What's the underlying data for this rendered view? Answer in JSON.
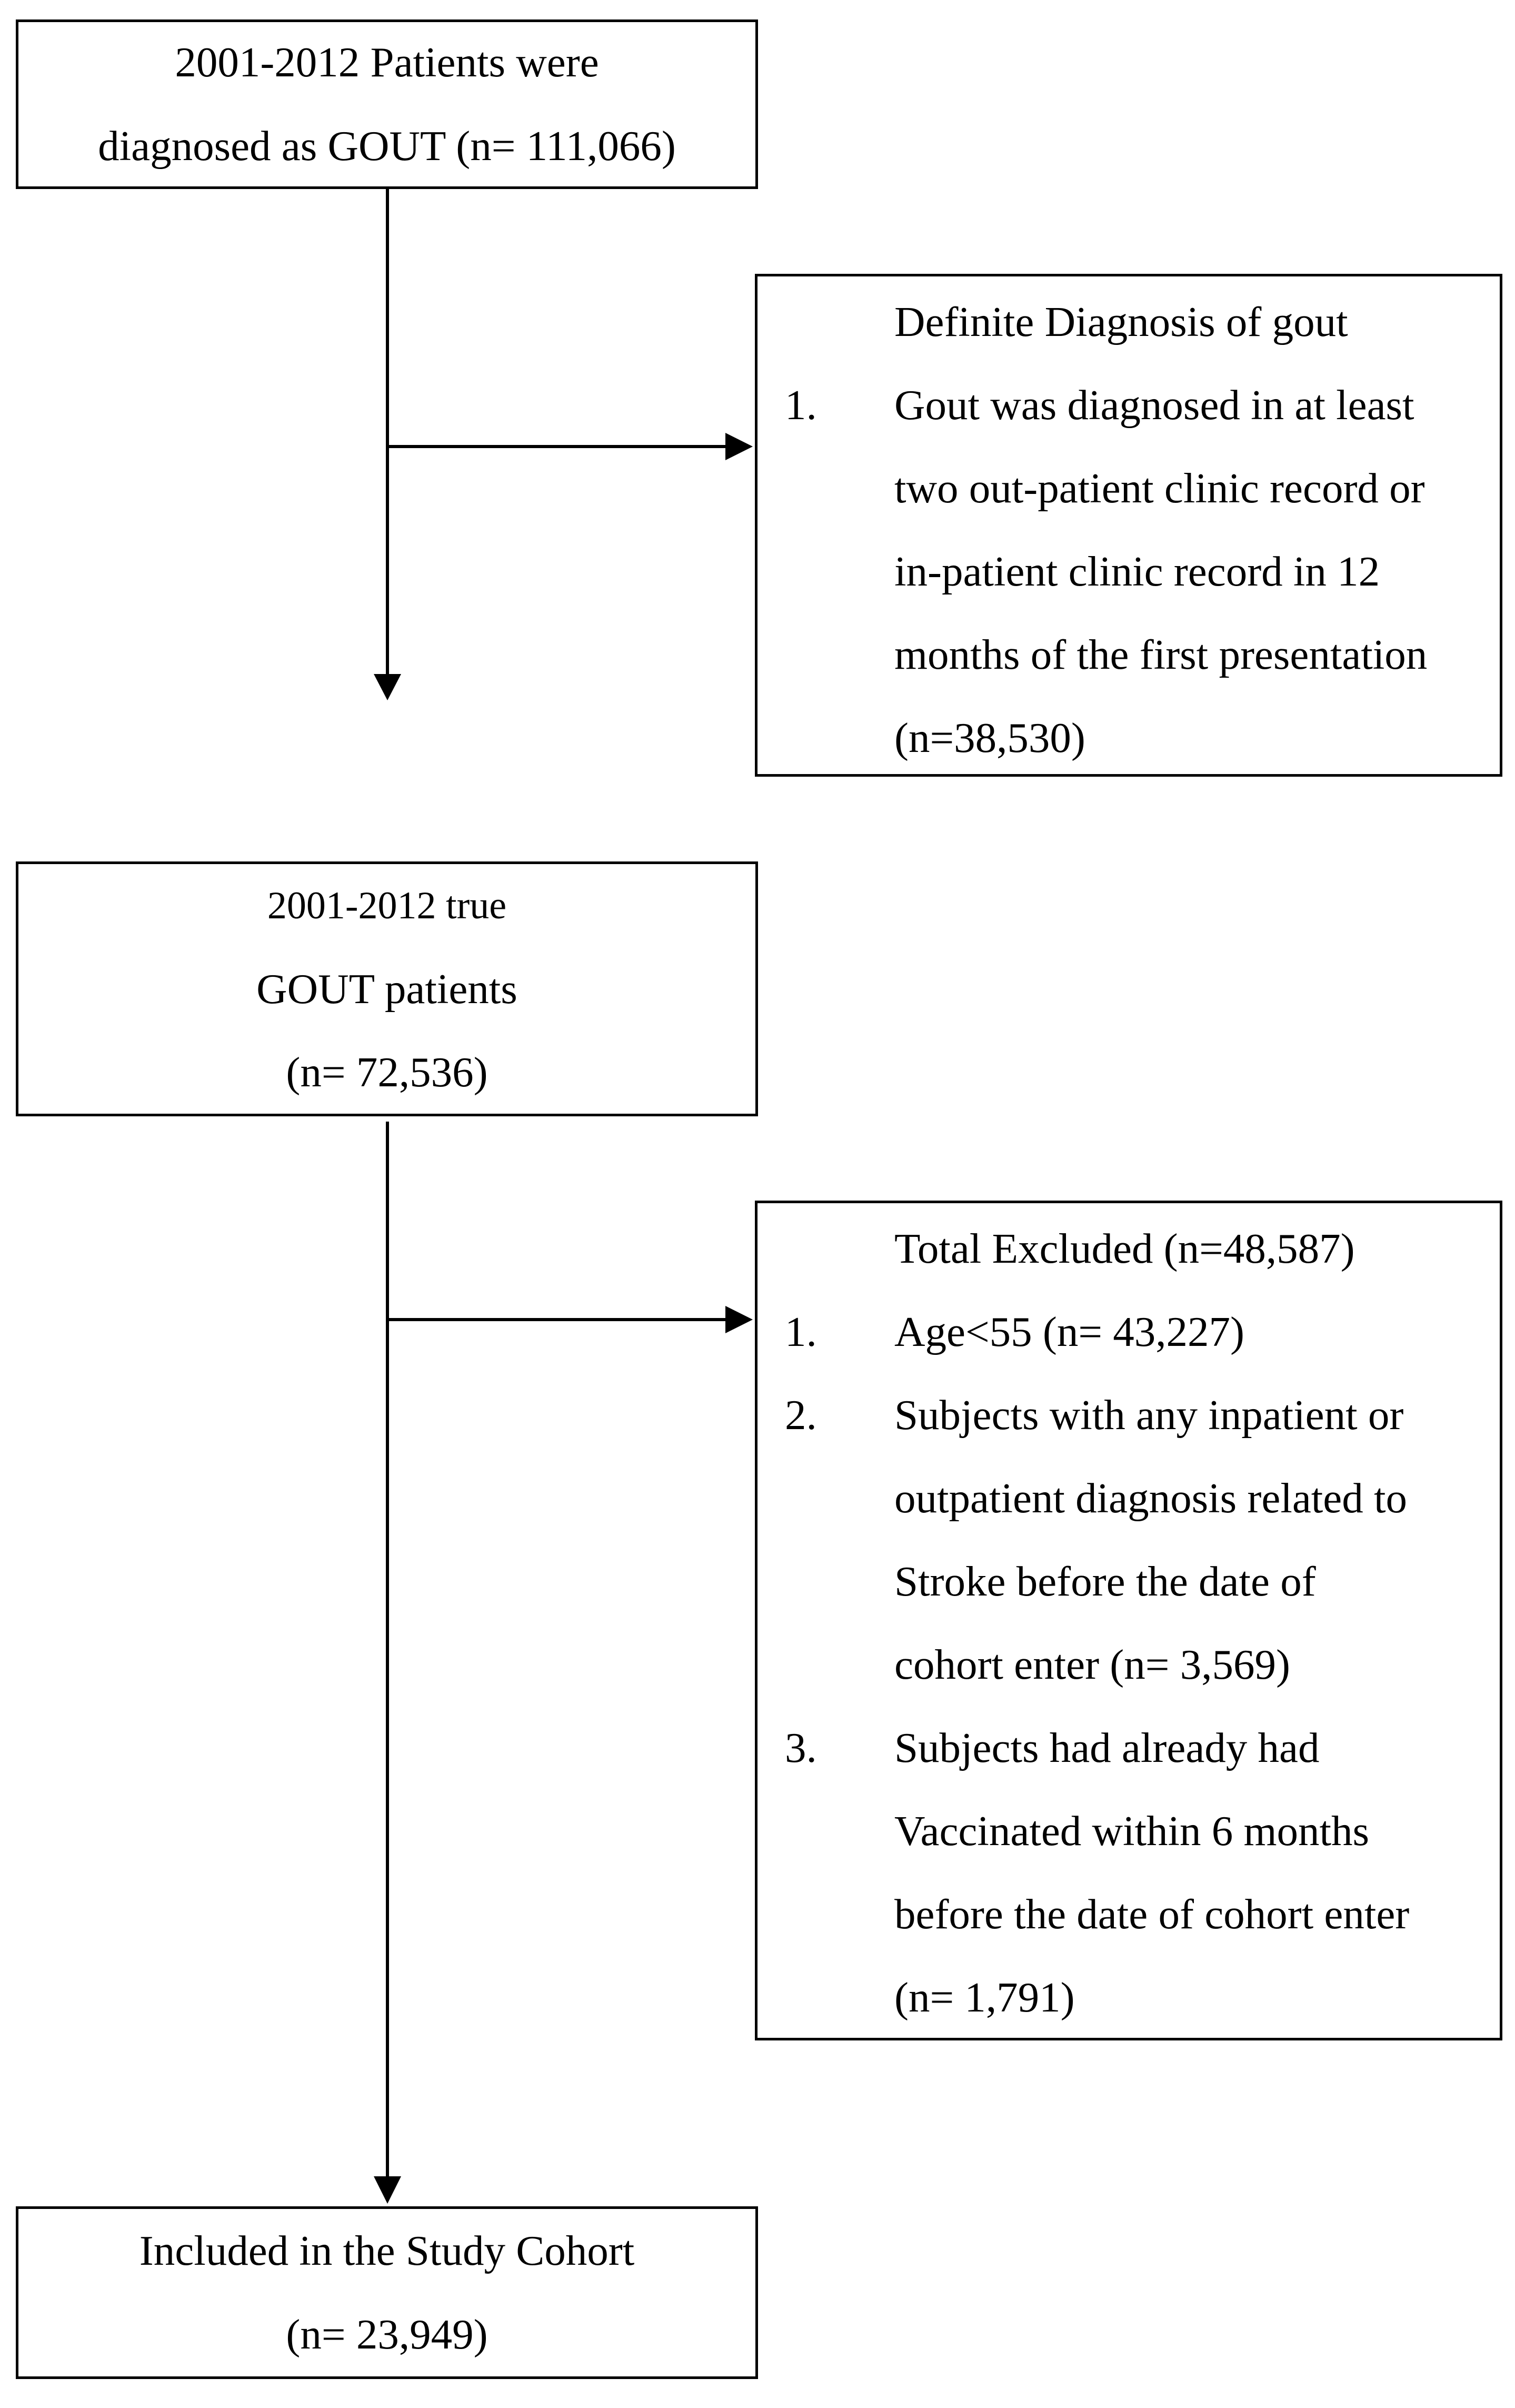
{
  "box1": {
    "line1": "2001-2012 Patients were",
    "line2": "diagnosed as GOUT (n= 111,066)"
  },
  "box2": {
    "title": "Definite Diagnosis of gout",
    "items": [
      {
        "num": "1.",
        "lines": [
          "Gout was diagnosed in at least",
          "two out-patient clinic record or",
          "in-patient clinic record in 12",
          "months of the first presentation",
          "(n=38,530)"
        ]
      }
    ]
  },
  "box3": {
    "line1": "2001-2012 true",
    "line2": "GOUT patients",
    "line3": "(n= 72,536)"
  },
  "box4": {
    "title": "Total Excluded (n=48,587)",
    "items": [
      {
        "num": "1.",
        "lines": [
          "Age<55 (n= 43,227)"
        ]
      },
      {
        "num": "2.",
        "lines": [
          "Subjects with any inpatient or",
          "outpatient diagnosis related to",
          "Stroke before the date of",
          "cohort enter (n= 3,569)"
        ]
      },
      {
        "num": "3.",
        "lines": [
          "Subjects had already had",
          "Vaccinated within 6 months",
          "before the date of cohort enter",
          "(n= 1,791)"
        ]
      }
    ]
  },
  "box5": {
    "line1": "Included in the Study Cohort",
    "line2": "(n= 23,949)"
  }
}
